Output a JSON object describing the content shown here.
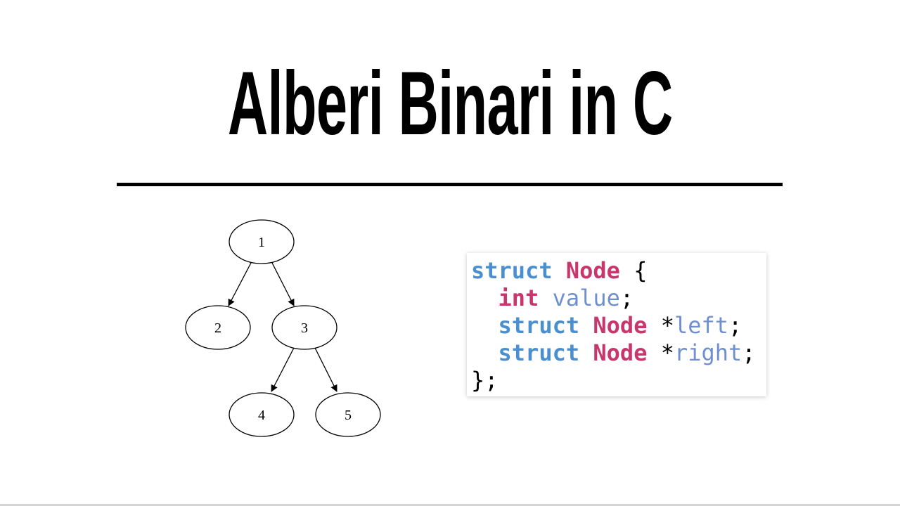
{
  "title": "Alberi Binari in C",
  "tree": {
    "nodes": [
      {
        "id": "1",
        "label": "1"
      },
      {
        "id": "2",
        "label": "2"
      },
      {
        "id": "3",
        "label": "3"
      },
      {
        "id": "4",
        "label": "4"
      },
      {
        "id": "5",
        "label": "5"
      }
    ],
    "edges": [
      {
        "from": "1",
        "to": "2"
      },
      {
        "from": "1",
        "to": "3"
      },
      {
        "from": "3",
        "to": "4"
      },
      {
        "from": "3",
        "to": "5"
      }
    ]
  },
  "code": {
    "line1": {
      "kw": "struct",
      "type": "Node",
      "rest": "{"
    },
    "line2": {
      "indent": "  ",
      "kw": "int",
      "ident": "value",
      "end": ";"
    },
    "line3": {
      "indent": "  ",
      "kw": "struct",
      "type": "Node",
      "star": "*",
      "ident": "left",
      "end": ";"
    },
    "line4": {
      "indent": "  ",
      "kw": "struct",
      "type": "Node",
      "star": "*",
      "ident": "right",
      "end": ";"
    },
    "line5": "};"
  },
  "colors": {
    "keyword_struct": "#4a8fd0",
    "type_name": "#c8376c",
    "identifier": "#6f8fcf",
    "text": "#000000",
    "background": "#ffffff"
  }
}
